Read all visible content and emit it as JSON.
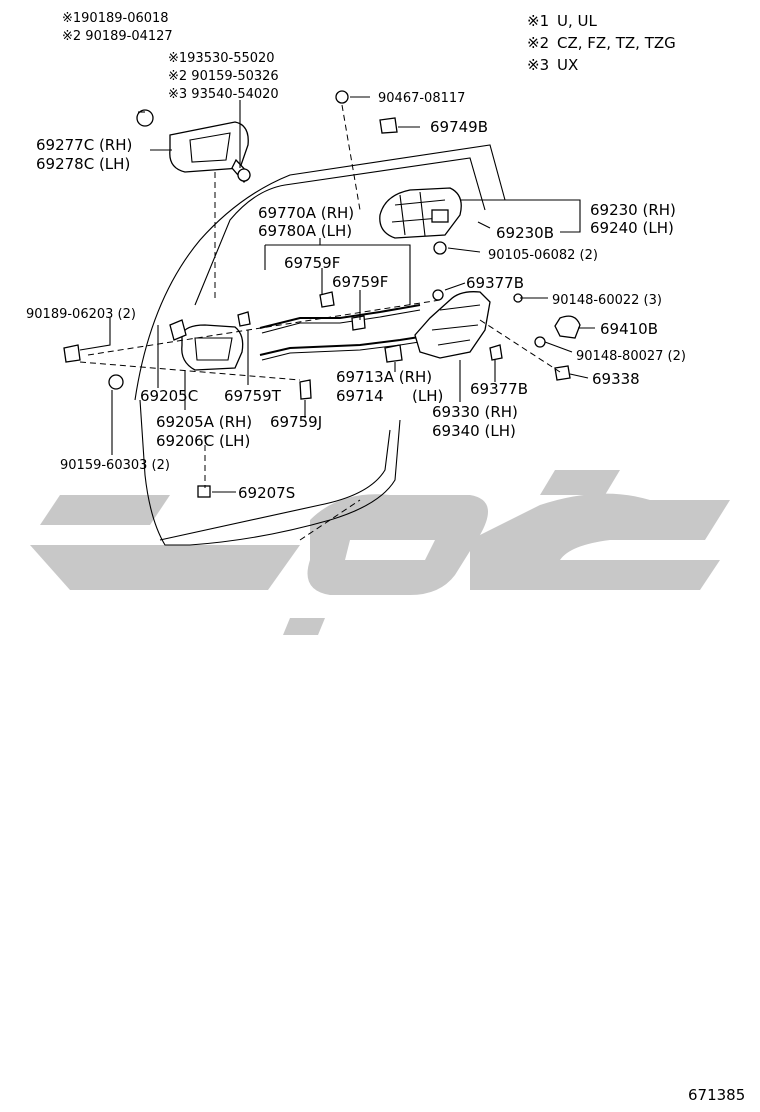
{
  "legend": [
    {
      "mark": "※1",
      "text": "U, UL"
    },
    {
      "mark": "※2",
      "text": "CZ, FZ, TZ, TZG"
    },
    {
      "mark": "※3",
      "text": "UX"
    }
  ],
  "labels": {
    "p1": "※190189-06018",
    "p2": "※2 90189-04127",
    "p3": "※193530-55020",
    "p4": "※2 90159-50326",
    "p5": "※3 93540-54020",
    "p6": "69277C (RH)",
    "p7": "69278C (LH)",
    "p8": "90467-08117",
    "p9": "69749B",
    "p10": "69770A (RH)",
    "p11": "69780A (LH)",
    "p12": "69759F",
    "p13": "69759F",
    "p14": "69230 (RH)",
    "p15": "69240 (LH)",
    "p16": "69230B",
    "p17": "90105-06082 (2)",
    "p18": "69377B",
    "p19": "90148-60022 (3)",
    "p20": "69410B",
    "p21": "90148-80027 (2)",
    "p22": "69338",
    "p23": "90189-06203 (2)",
    "p24": "69205C",
    "p25": "69759T",
    "p26": "69713A (RH)",
    "p27": "69714",
    "p28": "(LH)",
    "p29": "69377B",
    "p30": "69330 (RH)",
    "p31": "69340 (LH)",
    "p32": "69205A (RH)",
    "p33": "69206C (LH)",
    "p34": "69759J",
    "p35": "90159-60303 (2)",
    "p36": "69207S"
  },
  "diagram_id": "671385",
  "watermark_color": "#c8c8c8"
}
